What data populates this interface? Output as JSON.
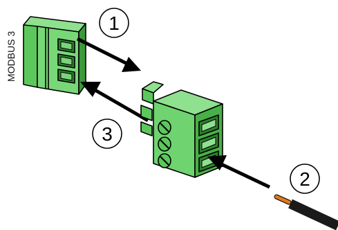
{
  "port_label": "MODBUS 3",
  "steps": [
    {
      "label": "1"
    },
    {
      "label": "2"
    },
    {
      "label": "3"
    }
  ],
  "colors": {
    "connector_light": "#8fe08f",
    "connector_mid": "#5cc85c",
    "connector_dark": "#3a9a3a",
    "outline": "#000000",
    "wire_jacket": "#1a1a1a",
    "wire_core": "#e07820"
  }
}
